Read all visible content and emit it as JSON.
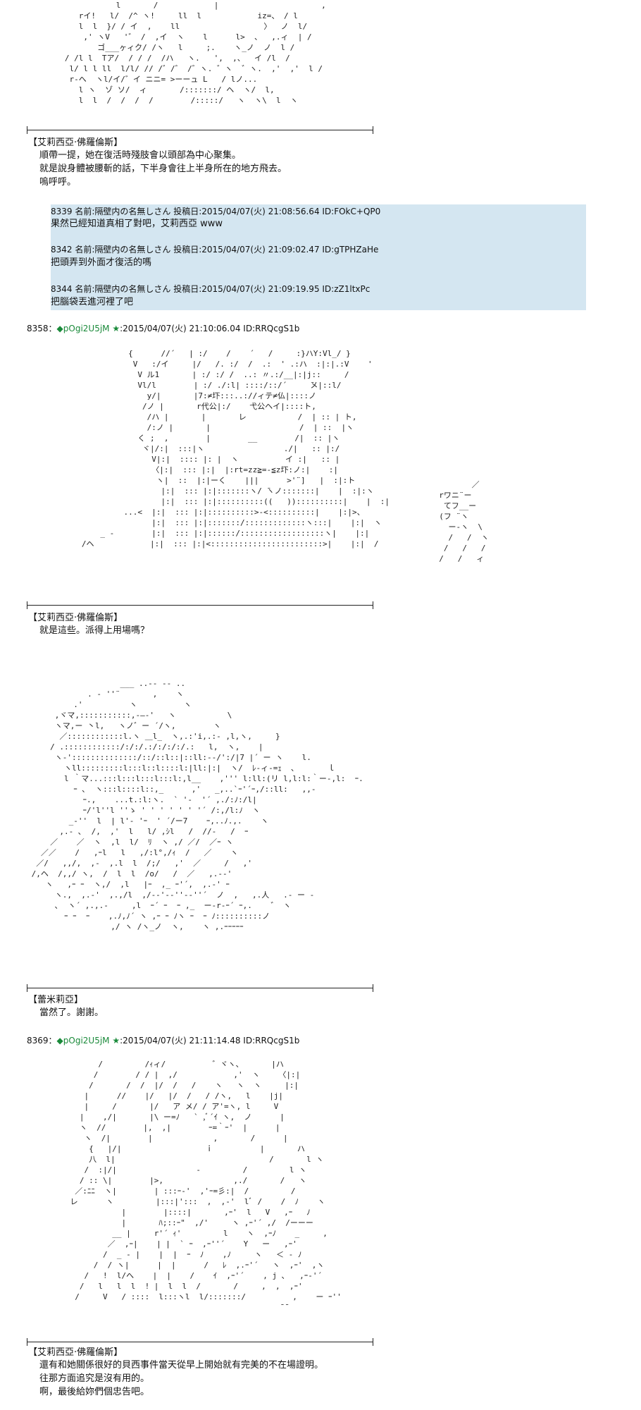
{
  "aa_top": "              l       /            |                      ,\n      rイ!   l/  /^ ヽ!     ll  l            iz=、 / l\n      l  l  }/ / イ  ,    ll                  〉  ノ  l/\n       ,' ヽV   '゛ /  ,イ  ヽ    l      l>  、  ,.ィ  | /\n          ゴ___ヶィク/ /ヽ   l     ;.    ヽ_ノ  ノ  l /\n   / /l l  Tア/  / / /  /ハ   ヽ.   ',  ,、  イ /l  /\n    l/ l l ll  l/l/ // /゛/゛ /゛ヽ. ゛ヽ  ゛ヽ.  ,'  ,'  l /\n    r‐へ  ヽl/イ/゛イ ニニ= >ーーュ L   / lノ...\n      l ヽ  ゾ ソ/  ィ       /:::::::/ ヘ  ヽ/  l,\n      l  l  /  /  /  /        /:::::/   ヽ  ヽ\\  l  ヽ",
  "speaker_1": "【艾莉西亞·佛羅倫斯】",
  "lines_1": [
    "順帶一提，她在復活時殘肢會以頭部為中心聚集。",
    "就是說身體被腰斬的話，下半身會往上半身所在的地方飛去。",
    "嗚呼呼。"
  ],
  "responses": [
    {
      "head": "8339 名前:隔壁内の名無しさん 投稿日:2015/04/07(火) 21:08:56.64 ID:FOkC+QP0",
      "body": "果然已經知道真相了對吧，艾莉西亞 www"
    },
    {
      "head": "8342 名前:隔壁内の名無しさん 投稿日:2015/04/07(火) 21:09:02.47 ID:gTPHZaHe",
      "body": "把頭弄到外面才復活的嗎"
    },
    {
      "head": "8344 名前:隔壁内の名無しさん 投稿日:2015/04/07(火) 21:09:19.95 ID:zZ1ltxPc",
      "body": "把腦袋丟進河裡了吧"
    }
  ],
  "post_8358": {
    "num": "8358：",
    "trip": "◆pOgi2U5jM ★",
    "rest": ":2015/04/07(火) 21:10:06.04 ID:RRQcgS1b"
  },
  "aa_middle": "             {      //´   | :/    /    ´   /     :}ハY:Vl_/ }\n              V   :/イ     |/   /. :/  /  .:  ' .:ハ  :|:|.:V    '\n               V ル1       | :/ :/ /  ..: 〃.:/__|:|j::     /\n               Vl/l        | :/ ./:l| ::::/::/´     ̄メ|::l/\n                 y/|       |7:≠圷:::..://ィテ≠仏|::::ノ\n                /ノ |       r代公|:/    弋公ヘイ|::::ト,\n                 /ハ |       |       レ           /  | :: | ト,\n                 /:ノ |       |                   /  | ::  |ヽ\n               く ;  ,        |        __        /|  :: |ヽ\n                ヾ|/:|  :::|ヽ                 ./|   :: |:/\n                  V|:|  :::: |: |  ヽ          イ :|   :: |\n                  〈|:|  ::: |:|  |:rt=zz≧=-≦z圷:ノ:|    :|\n                   ヽ|  ::  |:|ーく    |||      >'¨]   |  :|:ト\n                    |:|  ::: |:|:::::::ヽ/ ̄ヽノ:::::::|    |  :|:ヽ\n                    |:|  ::: |:|::::::::::((   ))::::::::::|    |  :|\n            ...<  |:|  ::: |:|::::::::::>-<::::::::::|    |:|>、\n                  |:|  ::: |:|:::::::/:::::::::::::ヽ:::|    |:|  ヽ\n       _ -        |:|  ::: |:|::::::/::::::::::::::::::ヽ|    |:|\n   /ヘ            |:|  ::: |:|<::::::::::::::::::::::::>|    |:|  /",
  "aa_middle_right": "         ／\n  rワニ¨ー\n   てフ__ー\n  (フ ¨ヽ\n    ー-ヽ  \\\n    /   /  ヽ\n   /   /   /\n  /   /   ィ",
  "speaker_2": "【艾莉西亞·佛羅倫斯】",
  "lines_2": [
    "就是這些。派得上用場嗎？"
  ],
  "aa_remilia": "                    ___ ..-‐ ‐‐ ..\n             . - ''¨       ,    ヽ\n          .'          ヽ          ヽ\n      ,ヾマ,:::::::::::,-―-'   ヽ           \\\n      ヽマ,ー 丶l,   ヽノ゛ー ´/ヽ,        ヽ\n       ／::::::::::::l.ヽ ＿l_  ヽ,.:'i,.:‐ ,l,ヽ,     }\n     / .::::::::::::/:/:/.:/:/:/:/.:   l,  ヽ,    |\n      ヽ‐'::::::::::::::/::/::l::|::ll:‐-/':/|7 |´ ー ヽ    l.\n        ヽll:::::::::l:::l::l::::l:|ll:|:|  ヽ/  ﾚ-ィ-=ｪ  ､       ｌ\n        l ｀マ...:::l:::l:::l:::l:,l__    ,''' l:ll:(リ l,l:l:｀ー-,l:  ｰ.\n          ｰ ､  ヽ:::l::::l::,_      ,'   _,..`ｰ'´ｰ,/::ll:   ,,-\n            ｰ.,    ...t.:l:ヽ.  ` '‐  '´ ,./:ﾉ:/l|\n            ｰ/'l''l ''ゝ ' ' ' ' ' ' '´ /:,/l:ﾉ  ヽ\n         _-''  l  | l'‐ 'ｰ  ' ´/ー7    ｰ,..ﾉ.,.    ヽ\n       ,.- ､  /,  ,'  l   l/ ,ｼl   /  //-   /  ｰ\n     ／    ／  ヽ  ,l  l/  ﾘ  ヽ ,/ ／/  ／ｰ ヽ\n   ／／    /   ,ｰl   l   ,/:l°,/ｨ  /   ／    ヽ\n  ／/   ,,/,  ,-  ,.l  l  /;/   ,'  ／     /   ,'\n /,ヘ  /,,/ ヽ,  /  l  l  /o/   /  ／   ,.-‐'\n    ヽ   ,ｰ ｰ  ヽ,/  ,l   |ｰ  ,_ ｰ'´,  ,.‐' ｰ\n      ヽ.,  ,.‐'  ,.,/l  ,/‐‐'‐‐''‐‐''´  ノ  ,   ,.人   .- ー ‐\n      ､  ヽ´ ,.,.-     ,l  ｰ´ ｰ  ｰ ,_  ー-r-ｰ´ ｰ,.    ゛ ヽ\n        ｰ ｰ  ｰ    ,.ﾉ,ﾉ´ ヽ ,ｰ ｰ ﾉヽ ｰ  ｰ ﾉ::::::::::ノ\n                  ,/ ヽ /ヽ_ノ  ヽ,    ヽ ,.ｰｰｰｰｰ",
  "speaker_3": "【蕾米莉亞】",
  "lines_3": [
    "當然了。謝謝。"
  ],
  "post_8369": {
    "num": "8369：",
    "trip": "◆pOgi2U5jM ★",
    "rest": ":2015/04/07(火) 21:11:14.48 ID:RRQcgS1b"
  },
  "aa_bottom": "               /         /ｨィ/          ゛ヾヽ、      |ハ\n              /        / / |  ,/            ,'  ヽ    〈|:|\n             /       /  /  |/  /   /    ヽ   ヽ  ヽ     |:|\n            |      //    |/   |/  /   / /ヽ,   l    |j|\n            |     /       |/   ア メ/ / ア'=ヽ, l     V\n           |    ,/|       |\\ ー=ﾉ   ` ,ﾞ´ｲ ヽ,  ノ      |\n           ヽ  //        |,  ,|        ｰ=｀ｰ'  |      |\n            ヽ  /|        |             ,       /      |\n             {   |/|                  ｉ          |       ハ\n             八  l|                                 /       l ヽ\n            /  :|/|                 -         /         l ヽ\n           / :: \\|        |>,               ,./       /   ヽ\n          ／:ﾆﾆ  ヽ|        | :::ｰ‐'  ,'ｰ=彡:|  /         /\n         レ      ヽ         |:::|':::  ,  ,‐'  lﾞ /    /  ﾉ    ヽ\n                    |        |::::|       ,ｰ'  l   V   ,ｰ   ﾉ\n                    |       ﾊ;::ｰ\"  ,/'     ヽ ,ｰ'´ ,/  /ーーー\n                  __ |     r'´ ｨ'         l    ヽ  ,ｰﾉ    _     ,\n                 ／  ,ｰ|    | |  ` ｰ  ,ｰ''´    Y   ー   ,ｰ'\n                /  _ - |    |  |  ｰ  ﾉ    ,ﾉ     ヽ   ＜ ‐ ﾉ\n              /  / ヽ|      |  |      /   ﾚ  ,.ｰ'´   ヽ  ,ｰ'  ,ヽ\n            /   !  l/へ    |  |    /    ｲ  ,ｰ'´    , j ､   ,ｰ‐'´\n           /   l   l  l  ! |  l  l  /       /     ,  ,  ,ｰ'\n          /     V   / ::::  l:::ヽl  l/:::::::/          ,    ー ｰ''\n                                                      ̄ ̄",
  "speaker_4": "【艾莉西亞·佛羅倫斯】",
  "lines_4": [
    "還有和她關係很好的貝西事件當天從早上開始就有完美的不在場證明。",
    "往那方面追究是沒有用的。",
    "啊，最後給妳們個忠告吧。"
  ]
}
